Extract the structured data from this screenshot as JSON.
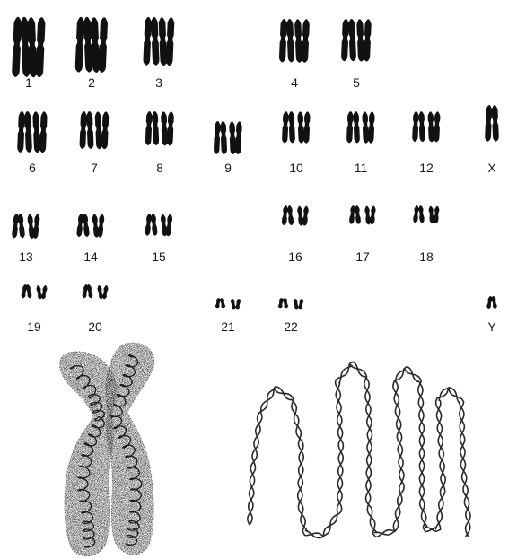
{
  "chromosomes": [
    {
      "label": "1",
      "size": 1.0
    },
    {
      "label": "2",
      "size": 0.92
    },
    {
      "label": "3",
      "size": 0.8
    },
    {
      "label": "4",
      "size": 0.72
    },
    {
      "label": "5",
      "size": 0.7
    },
    {
      "label": "6",
      "size": 0.68
    },
    {
      "label": "7",
      "size": 0.62
    },
    {
      "label": "8",
      "size": 0.56
    },
    {
      "label": "9",
      "size": 0.54
    },
    {
      "label": "10",
      "size": 0.52
    },
    {
      "label": "11",
      "size": 0.52
    },
    {
      "label": "12",
      "size": 0.5
    },
    {
      "label": "X",
      "size": 0.6
    },
    {
      "label": "13",
      "size": 0.4
    },
    {
      "label": "14",
      "size": 0.38
    },
    {
      "label": "15",
      "size": 0.36
    },
    {
      "label": "16",
      "size": 0.32
    },
    {
      "label": "17",
      "size": 0.3
    },
    {
      "label": "18",
      "size": 0.28
    },
    {
      "label": "19",
      "size": 0.22
    },
    {
      "label": "20",
      "size": 0.22
    },
    {
      "label": "21",
      "size": 0.16
    },
    {
      "label": "22",
      "size": 0.16
    },
    {
      "label": "Y",
      "size": 0.2
    }
  ]
}
